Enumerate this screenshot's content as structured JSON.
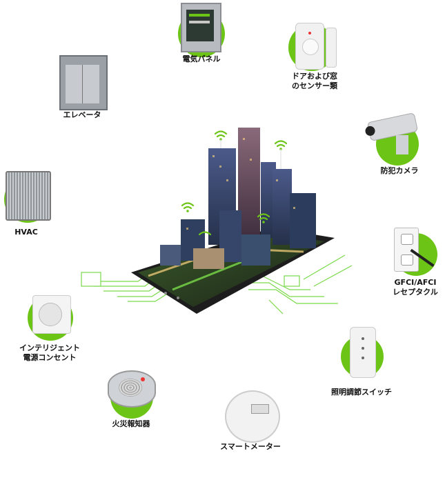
{
  "accent_color": "#6cc417",
  "devices": [
    {
      "id": "electric-panel",
      "label": "電気パネル",
      "icon": "electric-panel-icon"
    },
    {
      "id": "door-window-sensor",
      "label": "ドアおよび窓\nのセンサー類",
      "icon": "door-sensor-icon"
    },
    {
      "id": "elevator",
      "label": "エレベータ",
      "icon": "elevator-icon"
    },
    {
      "id": "security-camera",
      "label": "防犯カメラ",
      "icon": "security-camera-icon"
    },
    {
      "id": "hvac",
      "label": "HVAC",
      "icon": "hvac-unit-icon"
    },
    {
      "id": "gfci-outlet",
      "label": "GFCI/AFCI\nレセプタクル",
      "icon": "gfci-outlet-icon"
    },
    {
      "id": "smart-outlet",
      "label": "インテリジェント\n電源コンセント",
      "icon": "smart-outlet-icon"
    },
    {
      "id": "dimmer-switch",
      "label": "照明調節スイッチ",
      "icon": "dimmer-switch-icon"
    },
    {
      "id": "smoke-detector",
      "label": "火災報知器",
      "icon": "smoke-detector-icon"
    },
    {
      "id": "smart-meter",
      "label": "スマートメーター",
      "icon": "smart-meter-icon"
    }
  ]
}
